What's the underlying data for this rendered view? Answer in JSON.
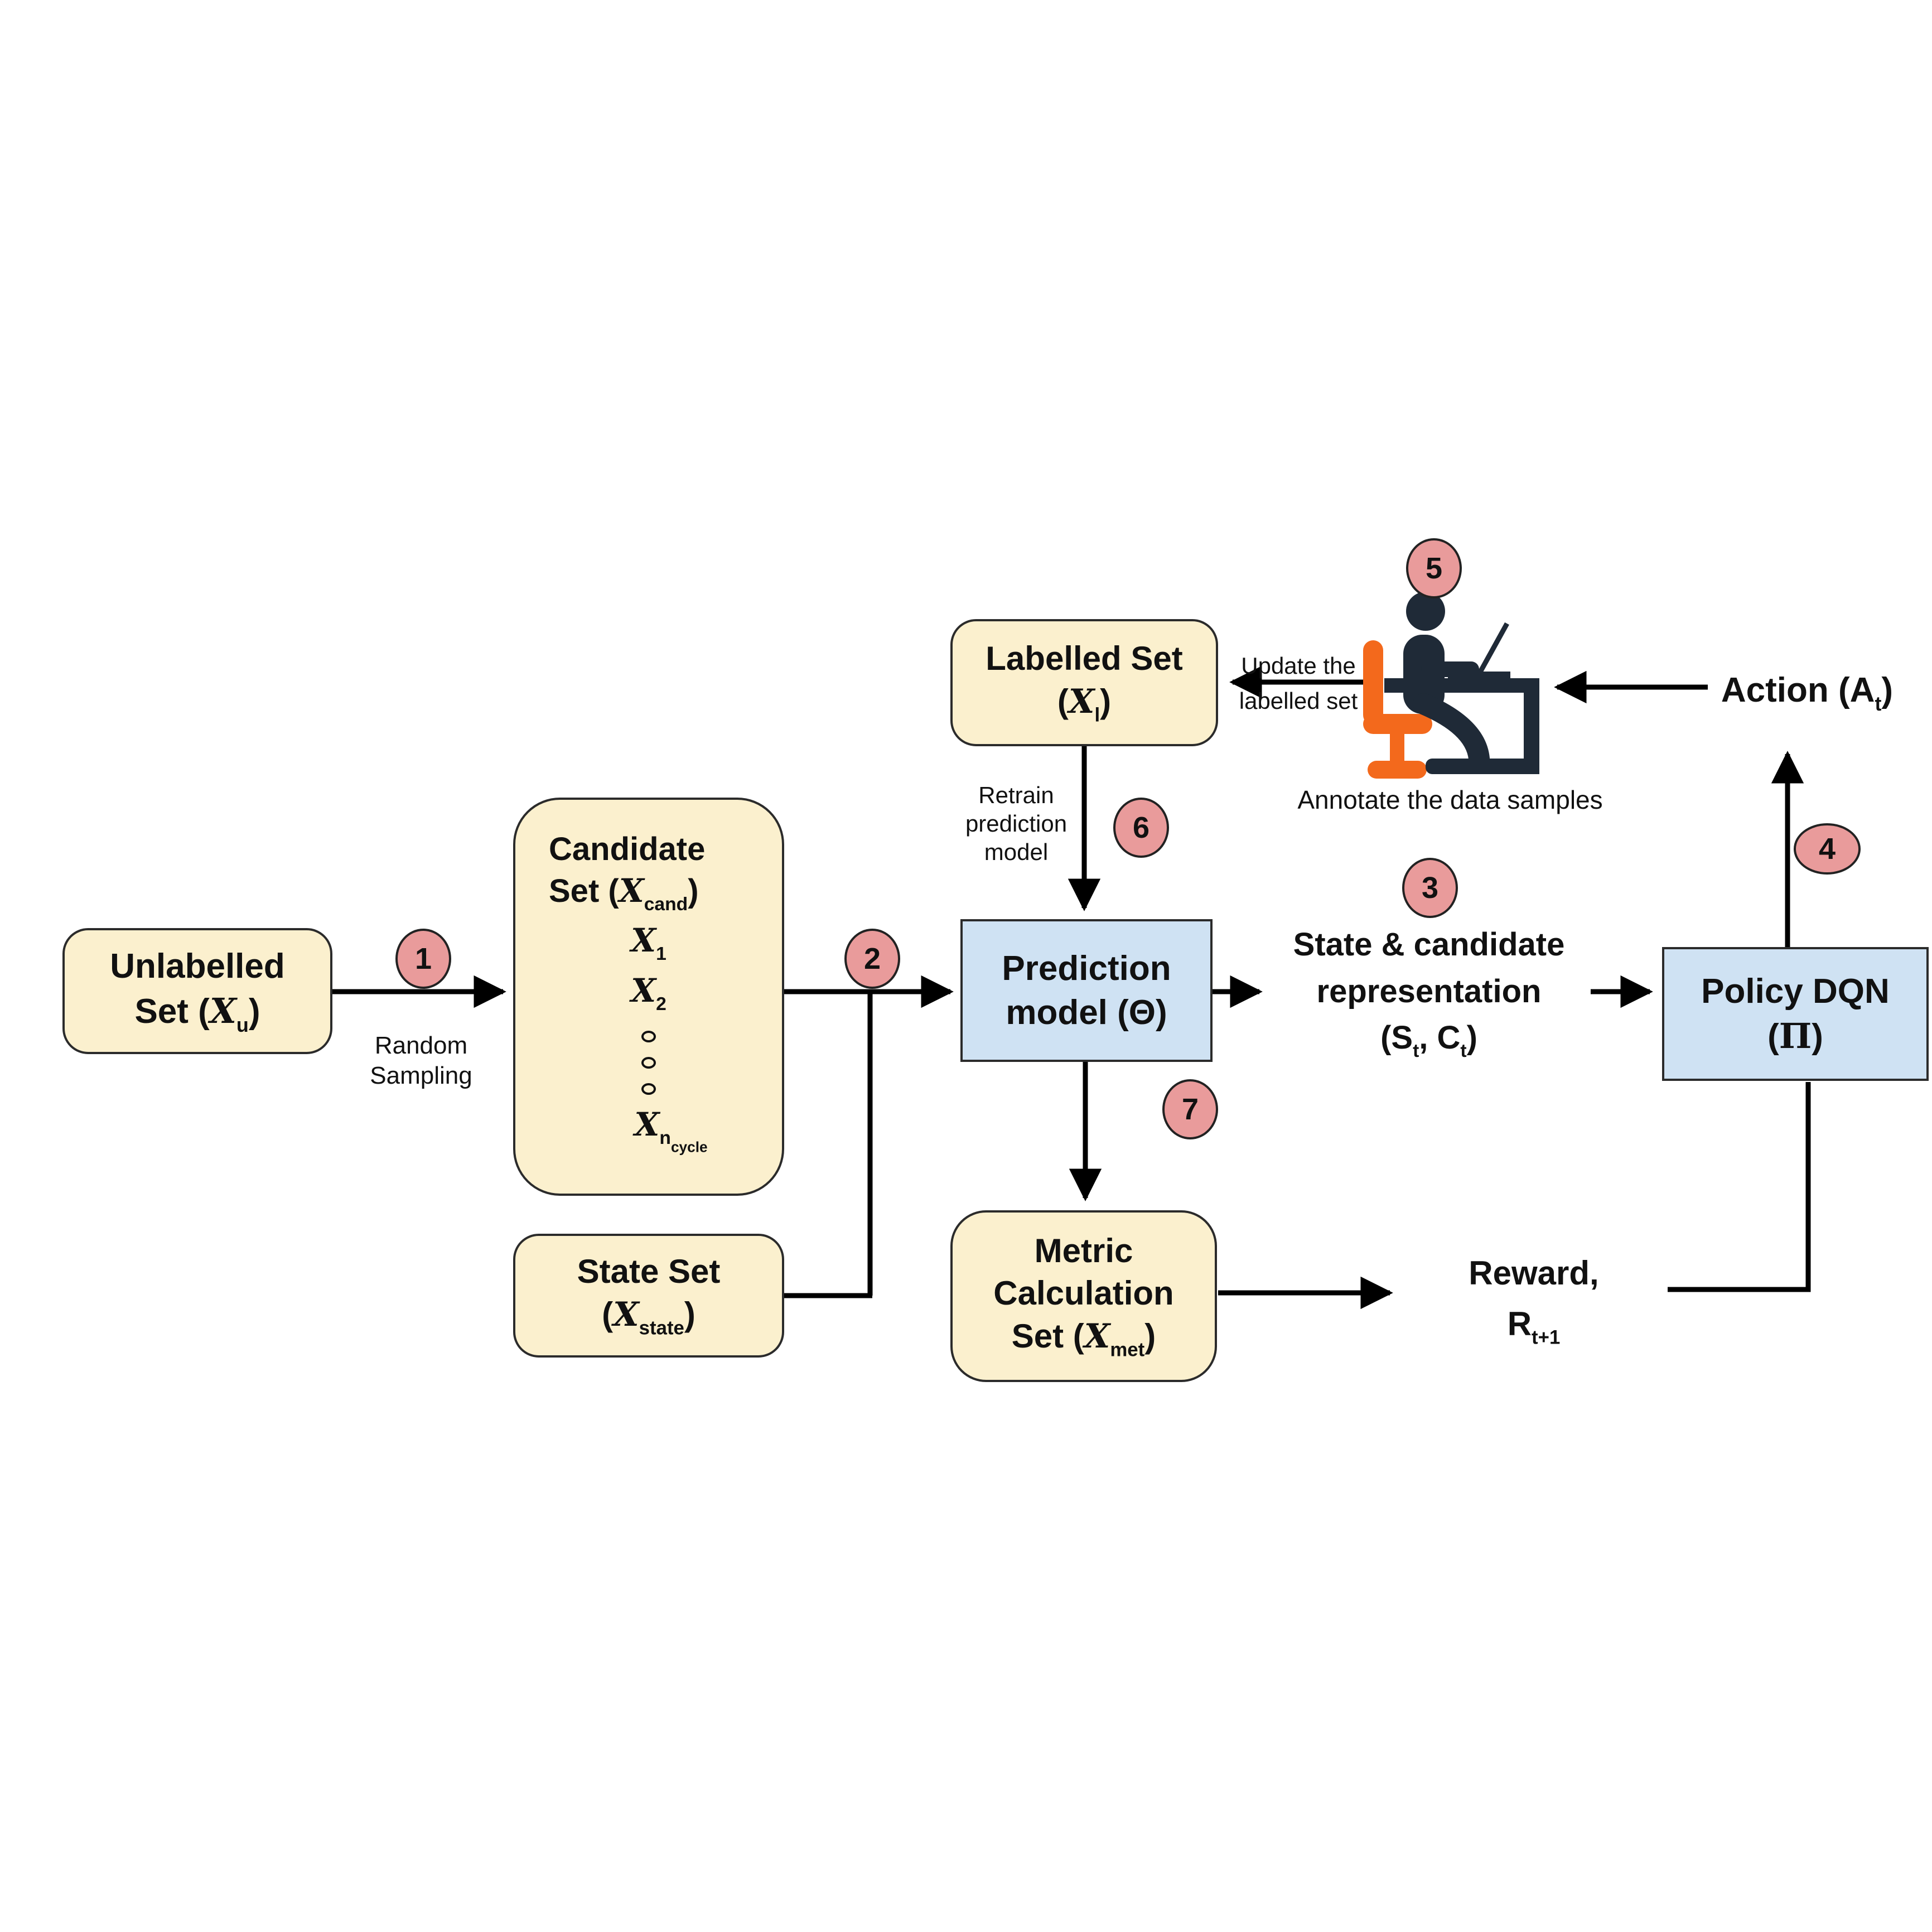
{
  "figure": {
    "type": "flow-diagram",
    "colors": {
      "background": "#ffffff",
      "set_box_fill": "#FBF0CE",
      "set_box_border": "#2b2b2b",
      "model_box_fill": "#CFE2F3",
      "badge_fill": "#E99B9B",
      "line": "#000000",
      "chair": "#F3691C",
      "person": "#1F2A37"
    },
    "nodes": {
      "unlabelled": {
        "l1": "Unlabelled",
        "l2a": "Set (",
        "sym": "X",
        "sub": "u",
        "l2b": ")"
      },
      "candidate": {
        "l1": "Candidate",
        "l2a": "Set (",
        "sym": "X",
        "sub": "cand",
        "l2b": ")",
        "i1sym": "X",
        "i1sub": "1",
        "i2sym": "X",
        "i2sub": "2",
        "insym": "X",
        "insub": "n",
        "insubsub": "cycle"
      },
      "state": {
        "l1": "State Set",
        "l2a": "(",
        "sym": "X",
        "sub": "state",
        "l2b": ")"
      },
      "labelled": {
        "l1": "Labelled Set",
        "l2a": "(",
        "sym": "X",
        "sub": "l",
        "l2b": ")"
      },
      "prediction": {
        "l1": "Prediction",
        "l2": "model (Θ)"
      },
      "policy": {
        "l1": "Policy DQN",
        "l2a": "(",
        "pi": "Π",
        "l2b": ")"
      },
      "metric": {
        "l1": "Metric",
        "l2": "Calculation",
        "l3a": "Set (",
        "sym": "X",
        "sub": "met",
        "l3b": ")"
      }
    },
    "labels": {
      "random1": "Random",
      "random2": "Sampling",
      "retrain1": "Retrain",
      "retrain2": "prediction",
      "retrain3": "model",
      "update1": "Update the",
      "update2": "labelled set",
      "annotate": "Annotate the data samples",
      "action_a": "Action (A",
      "action_sub": "t",
      "action_b": ")",
      "sc1": "State & candidate",
      "sc2": "representation",
      "sc3a": "(S",
      "sc3sub1": "t",
      "sc3b": ", C",
      "sc3sub2": "t",
      "sc3c": ")",
      "reward1": "Reward,",
      "reward2a": "R",
      "reward2sub": "t+1"
    },
    "badges": {
      "b1": "1",
      "b2": "2",
      "b3": "3",
      "b4": "4",
      "b5": "5",
      "b6": "6",
      "b7": "7"
    },
    "icons": {
      "annotator": "person-at-desk-icon",
      "candidate_ellipsis": "vertical-dots-icon"
    }
  }
}
